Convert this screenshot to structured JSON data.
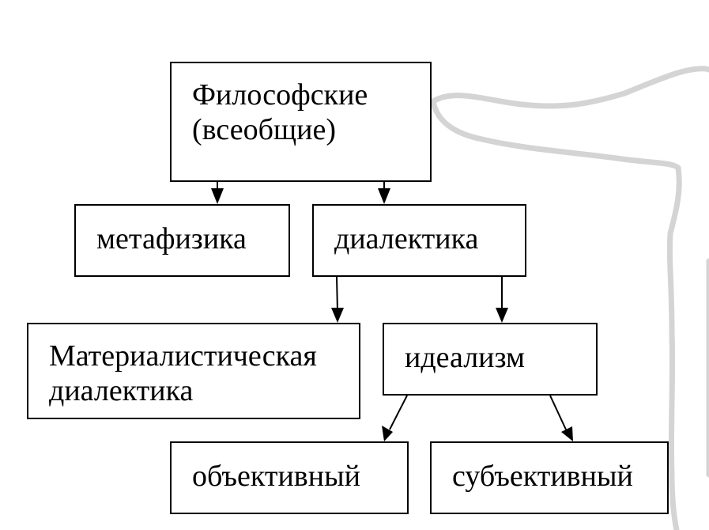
{
  "nodes": {
    "root": "Философские\n(всеобщие)",
    "metaphysics": "метафизика",
    "dialectics": "диалектика",
    "materialist": "Материалистическая\nдиалектика",
    "idealism": "идеализм",
    "objective": "объективный",
    "subjective": "субъективный"
  },
  "edges": [
    {
      "from": "root",
      "to": "metaphysics"
    },
    {
      "from": "root",
      "to": "dialectics"
    },
    {
      "from": "dialectics",
      "to": "materialist"
    },
    {
      "from": "dialectics",
      "to": "idealism"
    },
    {
      "from": "idealism",
      "to": "objective"
    },
    {
      "from": "idealism",
      "to": "subjective"
    }
  ],
  "colors": {
    "stroke": "#000000",
    "background": "#ffffff",
    "watermark_shadow": "#cfcfcf"
  }
}
